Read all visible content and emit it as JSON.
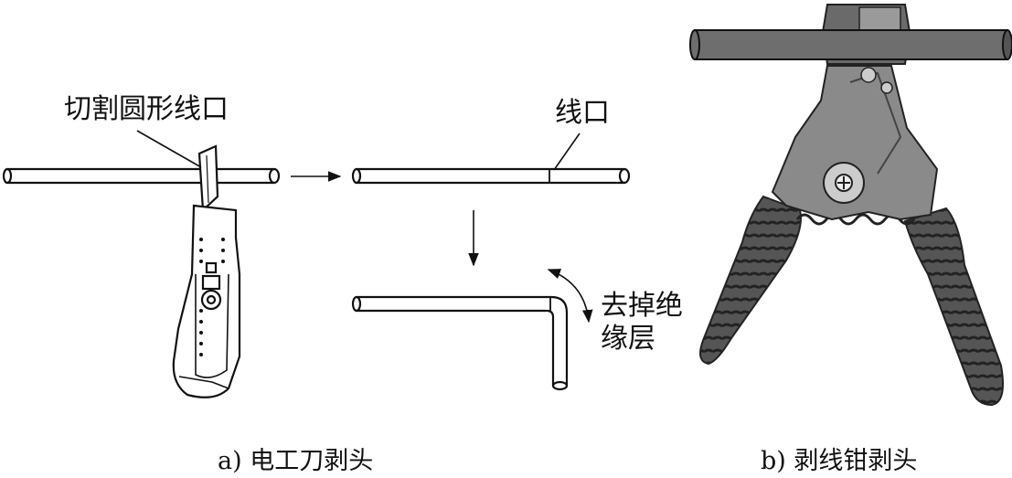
{
  "panel_a": {
    "callout_cut": "切割圆形线口",
    "callout_notch": "线口",
    "callout_remove_line1": "去掉绝",
    "callout_remove_line2": "缘层",
    "caption": "a) 电工刀剥头"
  },
  "panel_b": {
    "caption": "b) 剥线钳剥头"
  },
  "colors": {
    "line": "#111111",
    "tool_gray": "#8a8a8a",
    "tool_dark": "#3a3a3a",
    "wire_gray": "#6e6e6e"
  }
}
